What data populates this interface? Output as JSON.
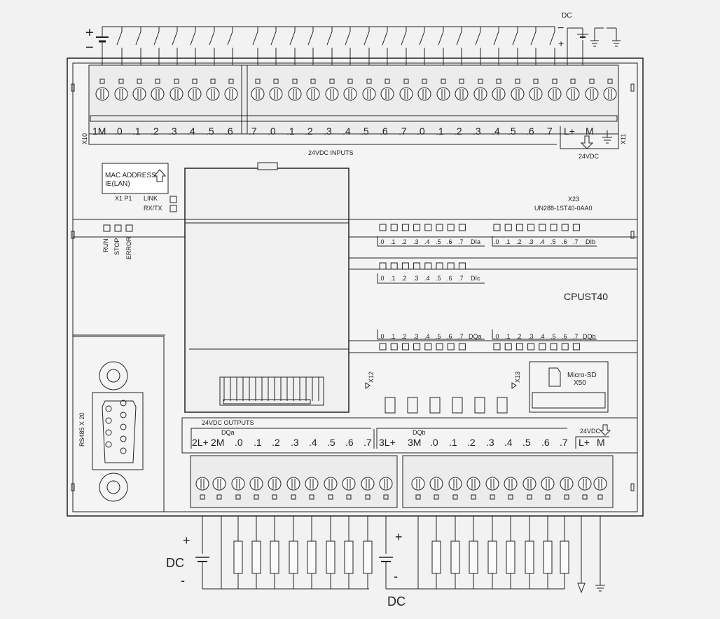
{
  "top": {
    "supply_plus": "+",
    "supply_minus": "−",
    "dc_label": "DC",
    "dc_minus": "−",
    "dc_plus": "+"
  },
  "input_terminals": {
    "connector_id": "X10",
    "labels": [
      "1M",
      ".0",
      ".1",
      ".2",
      ".3",
      ".4",
      ".5",
      ".6",
      ".7",
      ".0",
      ".1",
      ".2",
      ".3",
      ".4",
      ".5",
      ".6",
      ".7",
      ".0",
      ".1",
      ".2",
      ".3",
      ".4",
      ".5",
      ".6",
      ".7"
    ],
    "caption": "24VDC INPUTS"
  },
  "power_terminals": {
    "connector_id": "X11",
    "labels": [
      "L+",
      "M"
    ],
    "caption": "24VDC"
  },
  "network": {
    "mac_line1": "MAC ADDRESS",
    "mac_line2": "IE(LAN)",
    "port_labels": "X1  P1",
    "link": "LINK",
    "rxtx": "RX/TX"
  },
  "status_leds": [
    "RUN",
    "STOP",
    "ERROR"
  ],
  "model": {
    "slot": "X23",
    "order_number": "UN288-1ST40-0AA0",
    "name": "CPUST40"
  },
  "led_groups": [
    {
      "name": "DIa",
      "labels": [
        ".0",
        ".1",
        ".2",
        ".3",
        ".4",
        ".5",
        ".6",
        ".7"
      ]
    },
    {
      "name": "DIb",
      "labels": [
        ".0",
        ".1",
        ".2",
        ".3",
        ".4",
        ".5",
        ".6",
        ".7"
      ]
    },
    {
      "name": "DIc",
      "labels": [
        ".0",
        ".1",
        ".2",
        ".3",
        ".4",
        ".5",
        ".6",
        ".7"
      ]
    },
    {
      "name": "DQa",
      "labels": [
        ".0",
        ".1",
        ".2",
        ".3",
        ".4",
        ".5",
        ".6",
        ".7"
      ]
    },
    {
      "name": "DQb",
      "labels": [
        ".0",
        ".1",
        ".2",
        ".3",
        ".4",
        ".5",
        ".6",
        ".7"
      ]
    }
  ],
  "connectors": {
    "x12": "X12",
    "x13": "X13",
    "rs485": "RS485 X 20",
    "microsd": "Micro-SD",
    "x50": "X50"
  },
  "outputs": {
    "caption": "24VDC   OUTPUTS",
    "group_a": "DQa",
    "group_b": "DQb",
    "labels_a": [
      "2L+",
      "2M",
      ".0",
      ".1",
      ".2",
      ".3",
      ".4",
      ".5",
      ".6",
      ".7"
    ],
    "labels_b": [
      "3L+",
      "3M",
      ".0",
      ".1",
      ".2",
      ".3",
      ".4",
      ".5",
      ".6",
      ".7"
    ],
    "power_caption": "24VDC",
    "power_labels": [
      "L+",
      "M"
    ]
  },
  "bottom": {
    "left_plus": "+",
    "left_dc": "DC",
    "left_minus": "-",
    "mid_plus": "+",
    "mid_minus": "-",
    "mid_dc": "DC"
  },
  "colors": {
    "background": "#f2f2f2",
    "line": "#222222",
    "panel": "#f4f4f4"
  }
}
